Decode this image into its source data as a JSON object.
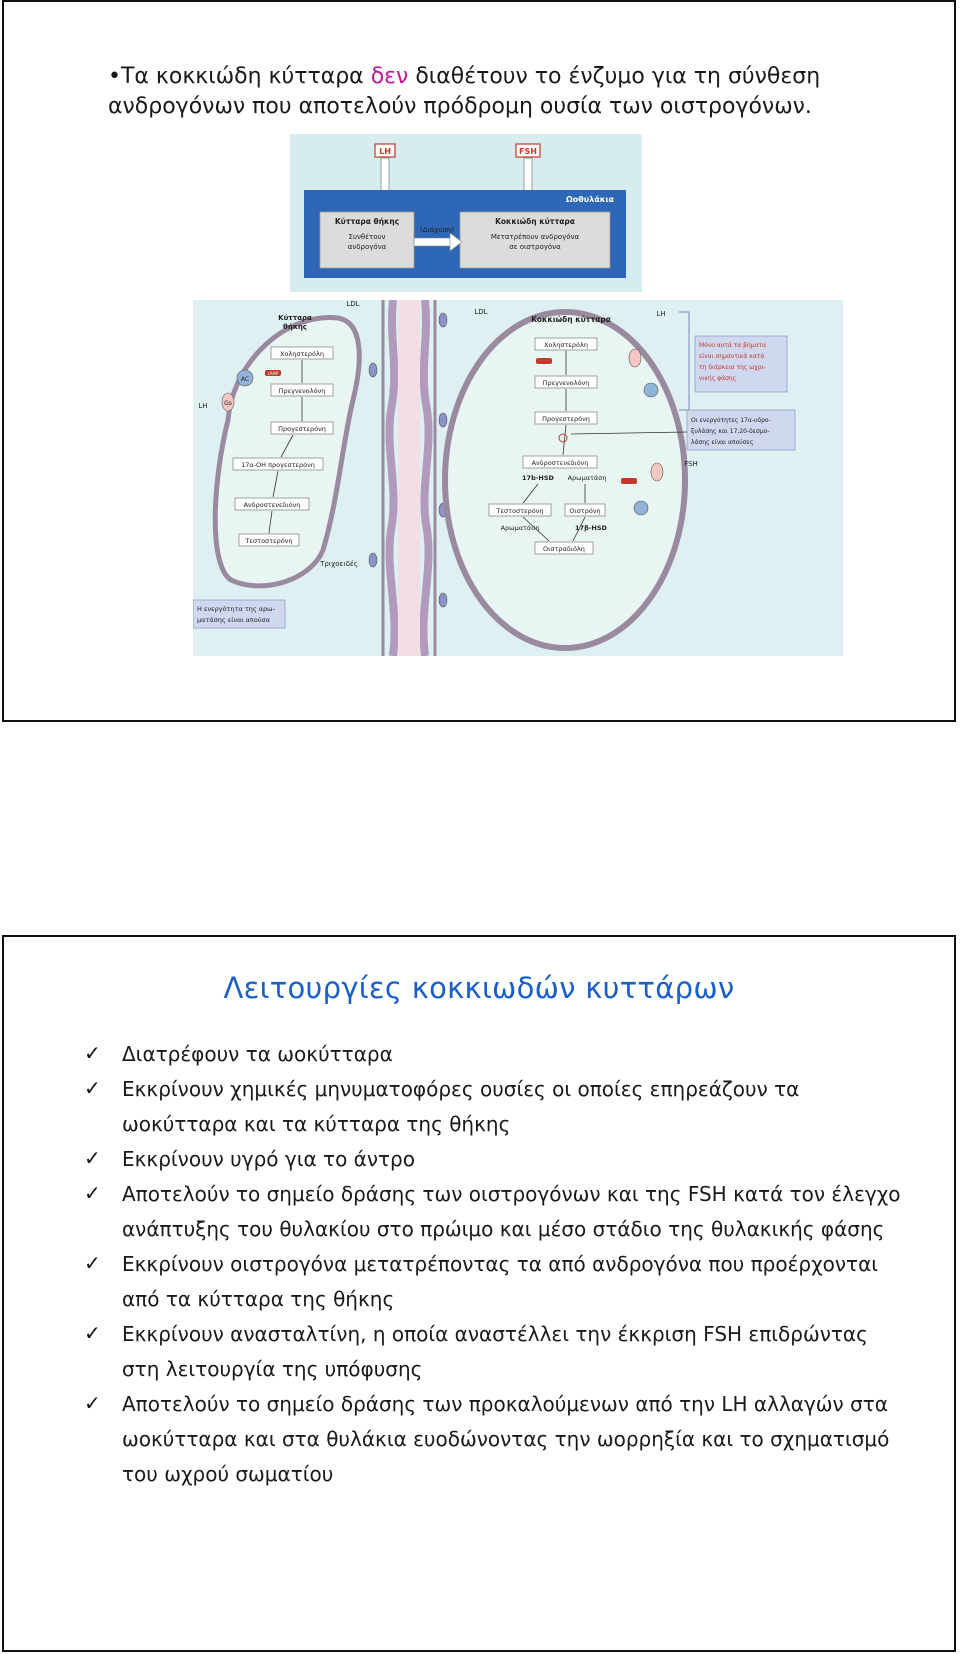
{
  "slide1": {
    "bullet_prefix": "•Τα κοκκιώδη κύτταρα ",
    "bullet_highlight": "δεν",
    "bullet_rest": " διαθέτουν το ένζυμο για τη σύνθεση ανδρογόνων που αποτελούν πρόδρομη ουσία των οιστρογόνων.",
    "top_diagram": {
      "lh": "LH",
      "fsh": "FSH",
      "follicles": "Ωοθυλάκια",
      "theca_title": "Κύτταρα θήκης",
      "theca_body_1": "Συνθέτουν",
      "theca_body_2": "ανδρογόνα",
      "diffusion": "(Διάχυση)",
      "granulosa_title": "Κοκκιώδη κύτταρα",
      "granulosa_body_1": "Μετατρέπουν ανδρογόνα",
      "granulosa_body_2": "σε οιστρογόνα"
    },
    "main_diagram": {
      "theca_cell_1": "Κύτταρα",
      "theca_cell_2": "θήκης",
      "ldl_left": "LDL",
      "ldl_right": "LDL",
      "lh_left": "LH",
      "lh_right": "LH",
      "fsh": "FSH",
      "ac": "AC",
      "gs": "Gs",
      "camp": "cAMP",
      "left_steps": [
        "Χοληστερόλη",
        "Πρεγνενολόνη",
        "Προγεστερόνη",
        "17α-ΟΗ προγεστερόνη",
        "Ανδροστενεδιόνη",
        "Τεστοστερόνη"
      ],
      "capillaries": "Τριχοειδές",
      "left_note_1": "Η ενεργότητα της αρω-",
      "left_note_2": "ματάσης είναι απούσα",
      "granulosa_title": "Κοκκιώδη κύτταρα",
      "right_steps": [
        "Χοληστερόλη",
        "Πρεγνενολόνη",
        "Προγεστερόνη",
        "Ανδροστενεδιόνη"
      ],
      "hsd_17b_upper": "17b-HSD",
      "aromatase_upper": "Αρωματάση",
      "testosterone_right": "Τεστοστερόνη",
      "estrone": "Οιστρόνη",
      "aromatase_lower": "Αρωματάση",
      "hsd_17b_lower": "17β-HSD",
      "estradiol": "Οιστραδιόλη",
      "note_top_lines": [
        "Μόνο αυτά τα βήματα",
        "είναι σημαντικά κατά",
        "τη διάρκεια της ωχρι-",
        "νικής φάσης"
      ],
      "note_mid_lines": [
        "Οι ενεργότητες 17α-υδρο-",
        "ξυλάσης και 17,20-δεσμο-",
        "λάσης είναι απούσες"
      ]
    }
  },
  "slide2": {
    "title": "Λειτουργίες κοκκιωδών κυττάρων",
    "check_glyph": "✓",
    "bullets": [
      "Διατρέφουν τα ωοκύτταρα",
      "Εκκρίνουν χημικές μηνυματοφόρες ουσίες οι οποίες επηρεάζουν τα ωοκύτταρα και τα κύτταρα της θήκης",
      "Εκκρίνουν υγρό για το άντρο",
      "Αποτελούν το σημείο δράσης των οιστρογόνων και της FSH κατά τον έλεγχο ανάπτυξης του θυλακίου στο πρώιμο και μέσο στάδιο της θυλακικής φάσης",
      "Εκκρίνουν οιστρογόνα μετατρέποντας τα από ανδρογόνα που προέρχονται από τα κύτταρα της θήκης",
      "Εκκρίνουν ανασταλτίνη, η οποία αναστέλλει την έκκριση FSH επιδρώντας στη λειτουργία της υπόφυσης",
      "Αποτελούν το σημείο δράσης των προκαλούμενων από την LH αλλαγών στα ωοκύτταρα και στα θυλάκια ευοδώνοντας την ωορρηξία και το σχηματισμό του ωχρού σωματίου"
    ],
    "colors": {
      "title": "#1a5fc9",
      "highlight": "#c2189a"
    }
  }
}
